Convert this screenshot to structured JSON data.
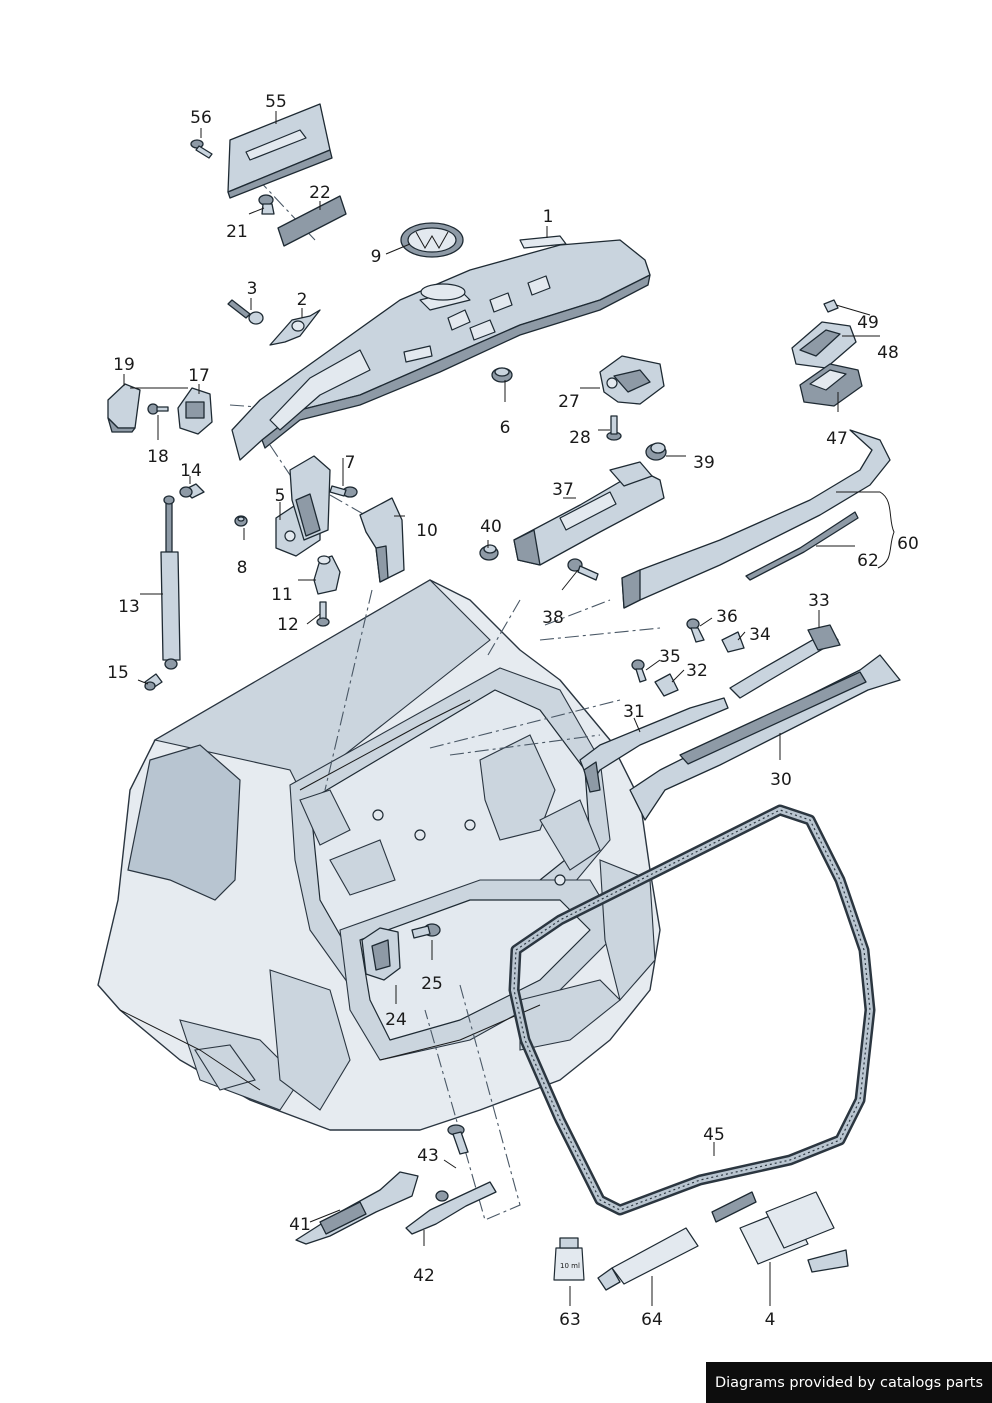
{
  "credit": "Diagrams provided by catalogs parts",
  "callouts": {
    "c1": "1",
    "c2": "2",
    "c3": "3",
    "c4": "4",
    "c5": "5",
    "c6": "6",
    "c7": "7",
    "c8": "8",
    "c9": "9",
    "c10": "10",
    "c11": "11",
    "c12": "12",
    "c13": "13",
    "c14": "14",
    "c15": "15",
    "c17": "17",
    "c18": "18",
    "c19": "19",
    "c21": "21",
    "c22": "22",
    "c24": "24",
    "c25": "25",
    "c27": "27",
    "c28": "28",
    "c30": "30",
    "c31": "31",
    "c32": "32",
    "c33": "33",
    "c34": "34",
    "c35": "35",
    "c36": "36",
    "c37": "37",
    "c38": "38",
    "c39": "39",
    "c40": "40",
    "c41": "41",
    "c42": "42",
    "c43": "43",
    "c45": "45",
    "c47": "47",
    "c48": "48",
    "c49": "49",
    "c55": "55",
    "c56": "56",
    "c60": "60",
    "c62": "62",
    "c63": "63",
    "c64": "64"
  },
  "bottle_label": "10 ml"
}
